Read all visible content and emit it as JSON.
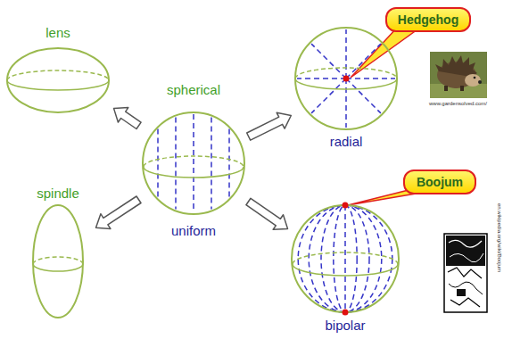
{
  "diagram": {
    "nodes": [
      {
        "text": [
          "lens"
        ]
      },
      {
        "text": [
          "spherical",
          "uniform"
        ]
      },
      {
        "text": [
          "radial"
        ]
      },
      {
        "text": [
          "bipolar"
        ]
      },
      {
        "text": [
          "spindle"
        ]
      },
      {
        "text": [
          "Hedgehog"
        ]
      },
      {
        "text": [
          "Boojum"
        ]
      }
    ],
    "edges": [
      {
        "from": 1,
        "to": 0,
        "arrow": "to"
      },
      {
        "from": 1,
        "to": 2,
        "arrow": "to"
      },
      {
        "from": 1,
        "to": 4,
        "arrow": "to"
      },
      {
        "from": 1,
        "to": 3,
        "arrow": "to"
      }
    ],
    "labels": [
      "www.gardensolved.com/",
      "en.wikipedia.org/wiki/Boojum"
    ]
  }
}
